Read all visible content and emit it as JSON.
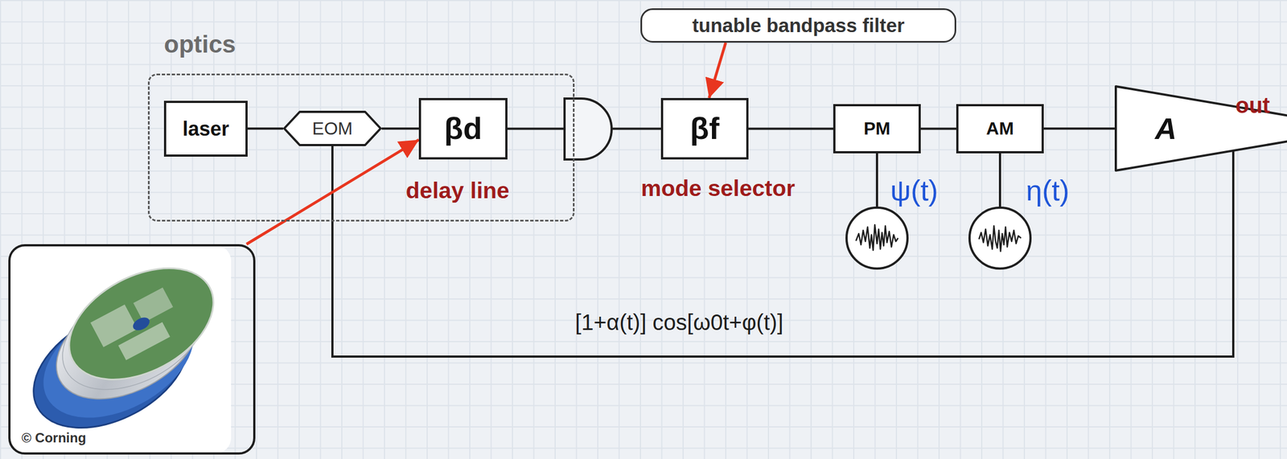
{
  "diagram": {
    "nodes": [
      {
        "text": [
          "optics"
        ]
      },
      {
        "text": [
          "laser"
        ],
        "in": 0
      },
      {
        "text": [
          "EOM"
        ],
        "in": 0
      },
      {
        "text": [
          "βd"
        ],
        "in": 0
      },
      {
        "text": [
          "tunable bandpass filter"
        ]
      },
      {
        "text": [
          "βf"
        ]
      },
      {
        "text": [
          "PM"
        ]
      },
      {
        "text": [
          "AM"
        ]
      },
      {
        "text": [
          "A"
        ]
      },
      {
        "text": [
          "© Corning"
        ]
      }
    ],
    "edges": [
      {
        "from": 1,
        "to": 2,
        "arrow": "none"
      },
      {
        "from": 2,
        "to": 3,
        "arrow": "none"
      },
      {
        "from": 3,
        "to": 5,
        "arrow": "none"
      },
      {
        "from": 5,
        "to": 6,
        "arrow": "none"
      },
      {
        "from": 6,
        "to": 7,
        "arrow": "none"
      },
      {
        "from": 7,
        "to": 8,
        "arrow": "none"
      },
      {
        "from": 8,
        "to": 2,
        "label": "[1+α(t)] cos[ω0t+φ(t)]",
        "arrow": "none"
      },
      {
        "from": 4,
        "to": 5,
        "arrow": "to"
      },
      {
        "from": 9,
        "to": 3,
        "arrow": "to"
      }
    ],
    "labels": [
      "delay line",
      "mode selector",
      "ψ(t)",
      "η(t)",
      "out"
    ]
  }
}
